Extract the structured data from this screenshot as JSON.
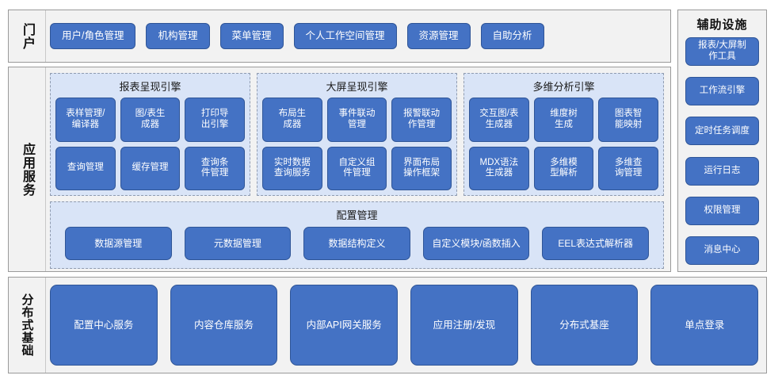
{
  "portal": {
    "label": "门户",
    "items": [
      {
        "label": "用户/角色管理"
      },
      {
        "label": "机构管理"
      },
      {
        "label": "菜单管理"
      },
      {
        "label": "个人工作空间管理"
      },
      {
        "label": "资源管理"
      },
      {
        "label": "自助分析"
      }
    ]
  },
  "app_services": {
    "label": "应用服务",
    "engines": [
      {
        "title": "报表呈现引擎",
        "items": [
          {
            "label": "表样管理/\n编译器"
          },
          {
            "label": "图/表生\n成器"
          },
          {
            "label": "打印导\n出引擎"
          },
          {
            "label": "查询管理"
          },
          {
            "label": "缓存管理"
          },
          {
            "label": "查询条\n件管理"
          }
        ]
      },
      {
        "title": "大屏呈现引擎",
        "items": [
          {
            "label": "布局生\n成器"
          },
          {
            "label": "事件联动\n管理"
          },
          {
            "label": "报警联动\n作管理"
          },
          {
            "label": "实时数据\n查询服务"
          },
          {
            "label": "自定义组\n件管理"
          },
          {
            "label": "界面布局\n操作框架"
          }
        ]
      },
      {
        "title": "多维分析引擎",
        "items": [
          {
            "label": "交互图/表\n生成器"
          },
          {
            "label": "维度树\n生成"
          },
          {
            "label": "图表智\n能映射"
          },
          {
            "label": "MDX语法\n生成器"
          },
          {
            "label": "多维模\n型解析"
          },
          {
            "label": "多维查\n询管理"
          }
        ]
      }
    ],
    "config": {
      "title": "配置管理",
      "items": [
        {
          "label": "数据源管理"
        },
        {
          "label": "元数据管理"
        },
        {
          "label": "数据结构定义"
        },
        {
          "label": "自定义模块/函数插入"
        },
        {
          "label": "EEL表达式解析器"
        }
      ]
    }
  },
  "distributed": {
    "label": "分布式基础",
    "items": [
      {
        "label": "配置中心服务"
      },
      {
        "label": "内容仓库服务"
      },
      {
        "label": "内部API网关服务"
      },
      {
        "label": "应用注册/发现"
      },
      {
        "label": "分布式基座"
      },
      {
        "label": "单点登录"
      }
    ]
  },
  "auxiliary": {
    "title": "辅助设施",
    "items": [
      {
        "label": "报表/大屏制\n作工具"
      },
      {
        "label": "工作流引擎"
      },
      {
        "label": "定时任务调度"
      },
      {
        "label": "运行日志"
      },
      {
        "label": "权限管理"
      },
      {
        "label": "消息中心"
      }
    ]
  },
  "colors": {
    "button_fill": "#4472c4",
    "button_border": "#2f5597",
    "panel_fill": "#f2f2f2",
    "panel_border": "#9a9a9a",
    "group_fill": "#d9e4f7",
    "group_border": "#8f9bb0"
  }
}
